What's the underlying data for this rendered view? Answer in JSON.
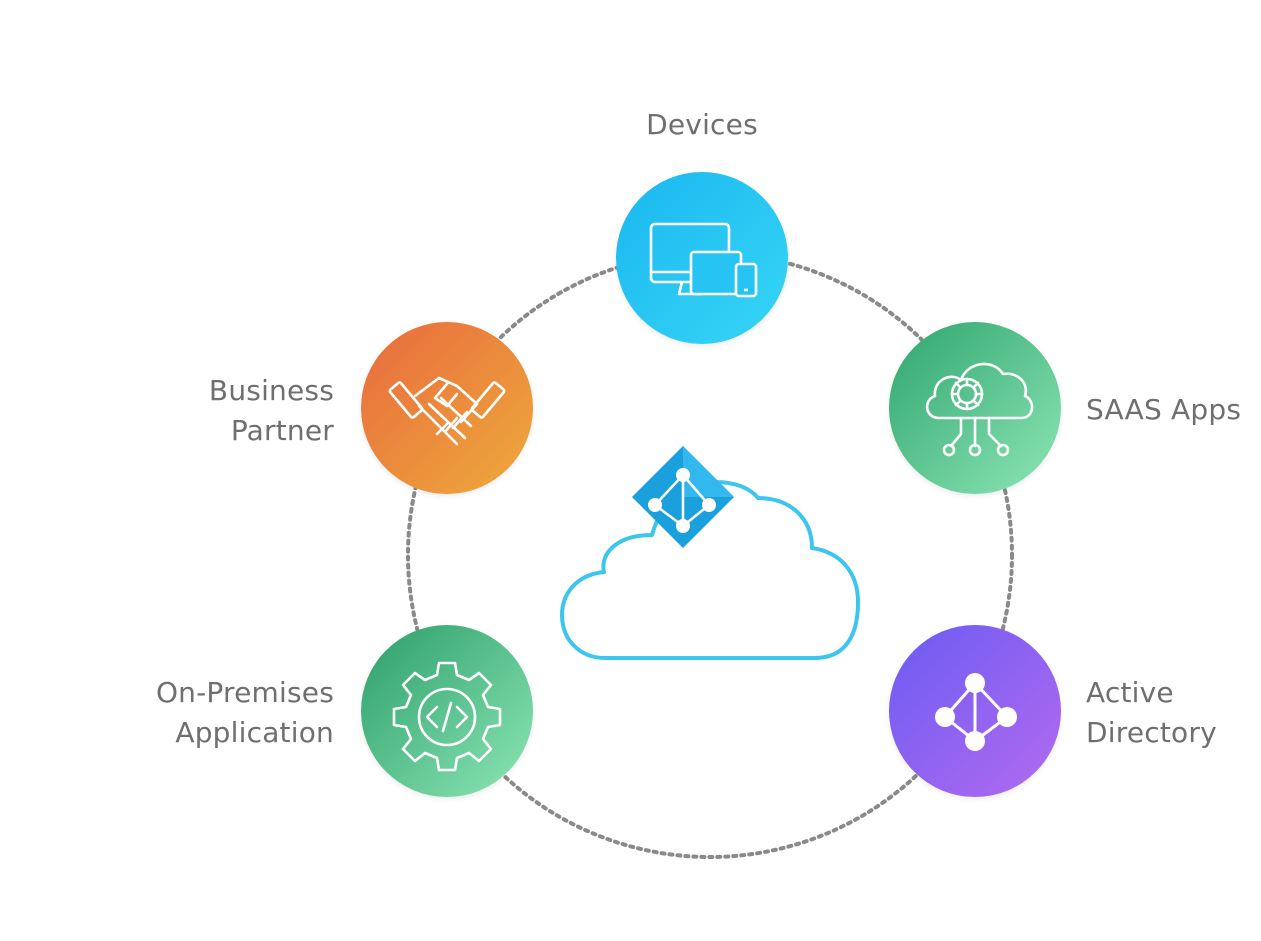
{
  "nodes": {
    "devices": {
      "label": [
        "Devices"
      ],
      "icon": "devices-icon",
      "gradient": [
        "#1ab7f0",
        "#37d6f5"
      ]
    },
    "saas": {
      "label": [
        "SAAS Apps"
      ],
      "icon": "cloud-gear-network-icon",
      "gradient": [
        "#2fa56e",
        "#8ee6b6"
      ]
    },
    "active_directory": {
      "label": [
        "Active",
        "Directory"
      ],
      "icon": "directory-network-icon",
      "gradient": [
        "#6a5cf2",
        "#b46af0"
      ]
    },
    "on_premises": {
      "label": [
        "On-Premises",
        "Application"
      ],
      "icon": "gear-code-icon",
      "gradient": [
        "#2c9e6a",
        "#8de7b5"
      ]
    },
    "business_partner": {
      "label": [
        "Business",
        "Partner"
      ],
      "icon": "handshake-icon",
      "gradient": [
        "#e86a3e",
        "#eeab3b"
      ]
    }
  },
  "center": {
    "icon": "azure-cloud-directory-icon",
    "color": "#3cc6ee"
  },
  "ring": {
    "color": "#8a8a8a"
  }
}
